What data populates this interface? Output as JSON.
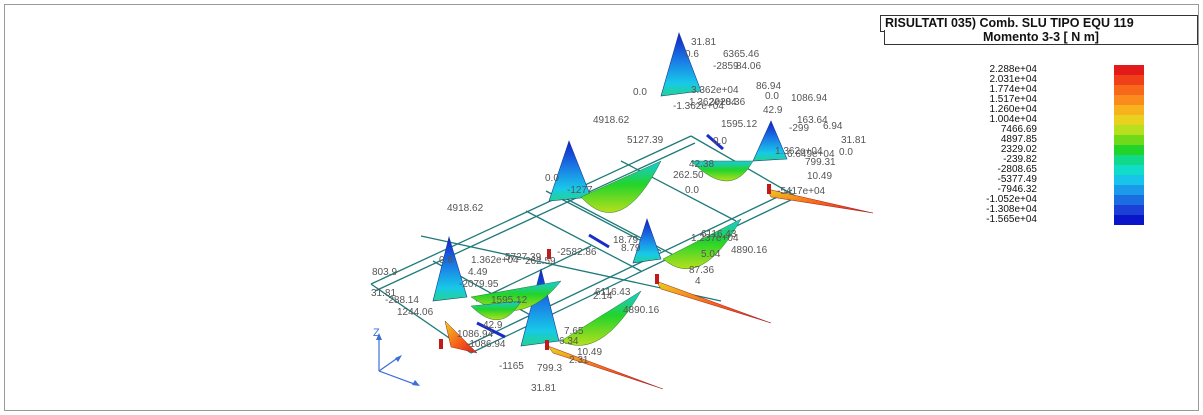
{
  "title": {
    "line1": "RISULTATI   035) Comb. SLU TIPO EQU 119",
    "line2": "Momento 3-3 [ N  m]"
  },
  "legend": {
    "items": [
      {
        "label": "2.288e+04",
        "color": "#e31a1c"
      },
      {
        "label": "2.031e+04",
        "color": "#f0401a"
      },
      {
        "label": "1.774e+04",
        "color": "#f7681a"
      },
      {
        "label": "1.517e+04",
        "color": "#fa8c1d"
      },
      {
        "label": "1.260e+04",
        "color": "#f7b21d"
      },
      {
        "label": "1.004e+04",
        "color": "#e9d21f"
      },
      {
        "label": "7466.69",
        "color": "#b7df1d"
      },
      {
        "label": "4897.85",
        "color": "#6fd91a"
      },
      {
        "label": "2329.02",
        "color": "#22d42a"
      },
      {
        "label": "-239.82",
        "color": "#11d98a"
      },
      {
        "label": "-2808.65",
        "color": "#10dcc8"
      },
      {
        "label": "-5377.49",
        "color": "#18c4ea"
      },
      {
        "label": "-7946.32",
        "color": "#1a9ae8"
      },
      {
        "label": "-1.052e+04",
        "color": "#1a6ee2"
      },
      {
        "label": "-1.308e+04",
        "color": "#1a40d6"
      },
      {
        "label": "-1.565e+04",
        "color": "#0a14c8"
      }
    ]
  },
  "axis": {
    "z": "Z"
  },
  "labels": [
    "31.81",
    "0.6",
    "6365.46",
    "-2859",
    "84.06",
    "0.0",
    "3.362e+04",
    "1.362e+04",
    "-1.362e+04",
    "2028.36",
    "86.94",
    "0.0",
    "1086.94",
    "42.9",
    "4918.62",
    "5127.39",
    "1595.12",
    "163.64",
    "-299",
    "6.94",
    "31.81",
    "0.0",
    "0.0",
    "1.362e+04",
    "42.38",
    "262.50",
    "6.649e+04",
    "799.31",
    "10.49",
    "-1277",
    "-5417e+04",
    "0.0",
    "4918.62",
    "6116.43",
    "4890.16",
    "18.79",
    "8.79",
    "5727.39",
    "-2582.86",
    "262.59",
    "1.237e+04",
    "0.6",
    "1.362e+04",
    "803.9",
    "4.49",
    "-2079.95",
    "87.36",
    "31.81",
    "-288.14",
    "1244.06",
    "1595.12",
    "42.9",
    "6116.43",
    "4890.16",
    "1086.94",
    "-1086.94",
    "7.65",
    "6.34",
    "10.49",
    "-1165",
    "799.3",
    "31.81",
    "2.14",
    "5.04",
    "0.0",
    "4",
    "2.31"
  ]
}
